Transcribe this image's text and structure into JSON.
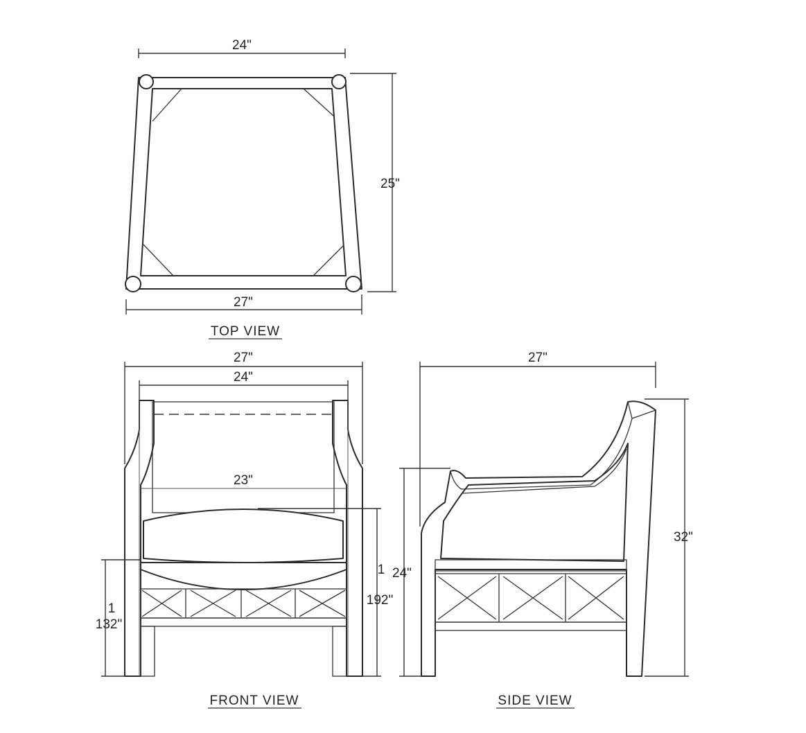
{
  "dimensions": {
    "top_width_top": "24\"",
    "top_depth": "25\"",
    "top_width_bottom": "27\"",
    "front_overall_width": "27\"",
    "front_inner_width": "24\"",
    "front_seat_width": "23\"",
    "front_arm_height_num": "1",
    "front_arm_height_den": "132\"",
    "front_seat_height_num": "1",
    "front_seat_height_den": "192\"",
    "side_depth": "27\"",
    "side_arm_height": "24\"",
    "side_total_height": "32\""
  },
  "views": {
    "top": "TOP VIEW",
    "front": "FRONT VIEW",
    "side": "SIDE VIEW"
  }
}
